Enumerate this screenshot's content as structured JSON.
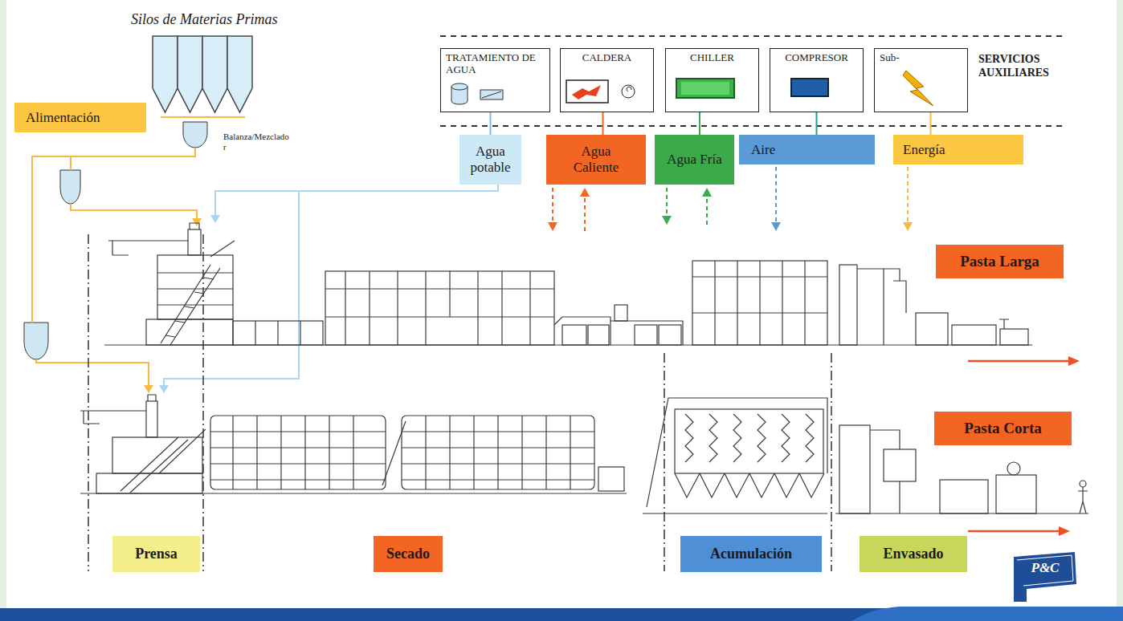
{
  "diagram": {
    "nodes": [
      {
        "text": [
          "TRATAMIENTO DE AGUA"
        ]
      },
      {
        "text": [
          "CALDERA"
        ]
      },
      {
        "text": [
          "CHILLER"
        ]
      },
      {
        "text": [
          "COMPRESOR"
        ]
      },
      {
        "text": [
          "Sub-"
        ]
      },
      {
        "text": [
          "Agua potable"
        ]
      },
      {
        "text": [
          "Agua Caliente"
        ]
      },
      {
        "text": [
          "Agua Fría"
        ]
      },
      {
        "text": [
          "Aire"
        ]
      },
      {
        "text": [
          "Energía"
        ]
      },
      {
        "text": [
          "Alimentación"
        ]
      },
      {
        "text": [
          "Pasta Larga"
        ]
      },
      {
        "text": [
          "Pasta Corta"
        ]
      },
      {
        "text": [
          "Prensa"
        ]
      },
      {
        "text": [
          "Secado"
        ]
      },
      {
        "text": [
          "Acumulación"
        ]
      },
      {
        "text": [
          "Envasado"
        ]
      }
    ],
    "edges": [
      {
        "from": 0,
        "to": 5,
        "arrow": "none"
      },
      {
        "from": 1,
        "to": 6,
        "arrow": "none"
      },
      {
        "from": 2,
        "to": 7,
        "arrow": "none"
      },
      {
        "from": 3,
        "to": 8,
        "arrow": "none"
      },
      {
        "from": 4,
        "to": 9,
        "arrow": "none"
      }
    ],
    "labels": [
      "Silos de Materias Primas",
      "Balanza/Mezclado r",
      "SERVICIOS AUXILIARES",
      "P&C"
    ]
  }
}
